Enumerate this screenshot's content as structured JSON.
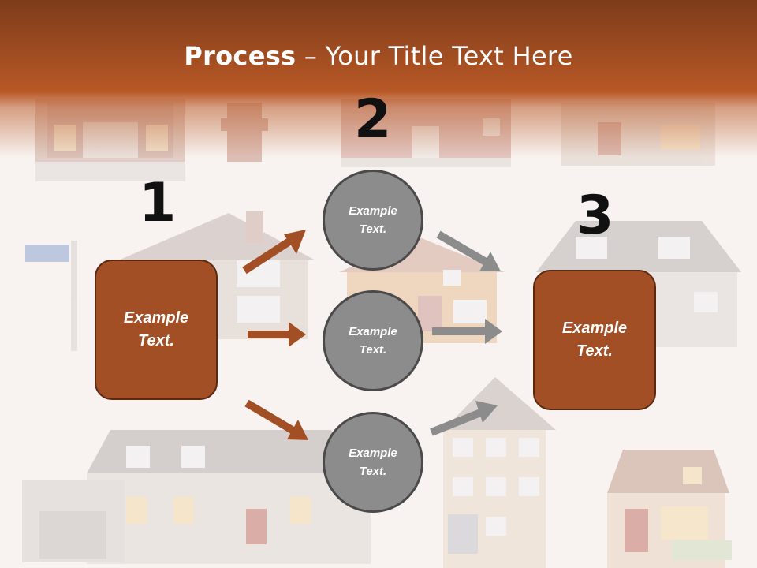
{
  "title": {
    "bold": "Process",
    "separator": " – ",
    "rest": "Your Title Text Here"
  },
  "steps": {
    "one": "1",
    "two": "2",
    "three": "3"
  },
  "boxes": {
    "left": "Example\nText.",
    "right": "Example\nText."
  },
  "circles": {
    "top": "Example\nText.",
    "middle": "Example\nText.",
    "bottom": "Example\nText."
  },
  "colors": {
    "header": "#b85826",
    "box": "#a34f25",
    "circle": "#8c8c8c",
    "arrow_brown": "#a34f25",
    "arrow_gray": "#8c8c8c"
  }
}
